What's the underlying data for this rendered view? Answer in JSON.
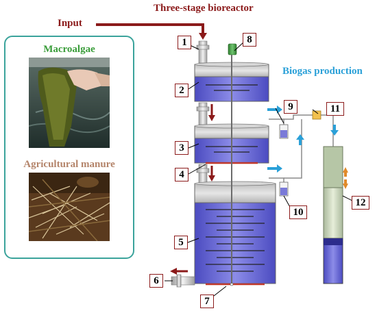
{
  "titles": {
    "bioreactor": "Three-stage bioreactor",
    "input": "Input",
    "biogas": "Biogas production"
  },
  "panel": {
    "macroalgae": "Macroalgae",
    "manure": "Agricultural manure"
  },
  "labels": [
    "1",
    "2",
    "3",
    "4",
    "5",
    "6",
    "7",
    "8",
    "9",
    "10",
    "11",
    "12"
  ],
  "colors": {
    "accent_red": "#8b1a1a",
    "title_green": "#3a9d3a",
    "title_tan": "#b4846a",
    "biogas_blue": "#2aa0d8",
    "liquid_blue": "#5a5ad0",
    "panel_border": "#3aa39b"
  }
}
